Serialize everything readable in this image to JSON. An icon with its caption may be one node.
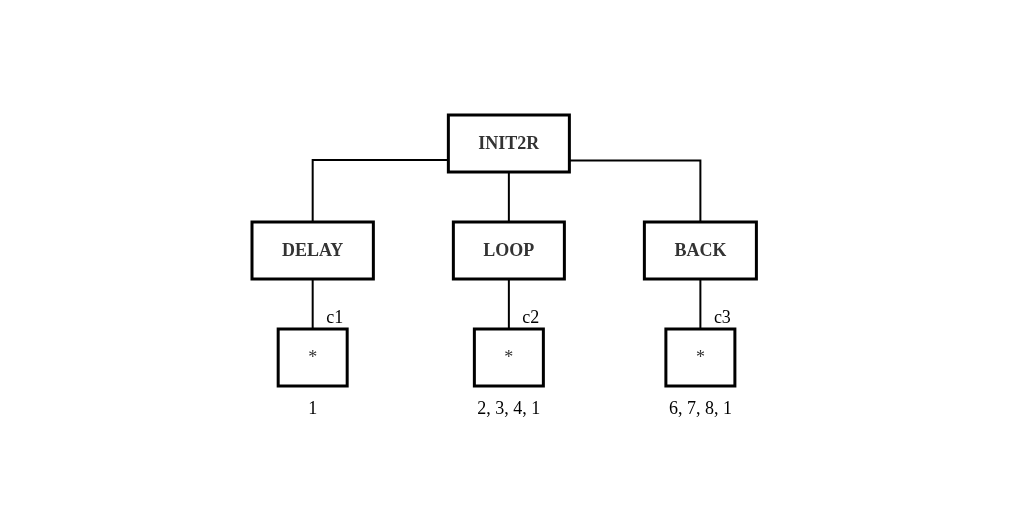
{
  "diagram": {
    "nodes": [
      {
        "text": [
          "INIT2R"
        ]
      },
      {
        "text": [
          "DELAY"
        ]
      },
      {
        "text": [
          "LOOP"
        ]
      },
      {
        "text": [
          "BACK"
        ]
      },
      {
        "text": [
          "*"
        ],
        "beside": [
          "c1",
          "1"
        ]
      },
      {
        "text": [
          "*"
        ],
        "beside": [
          "c2",
          "2, 3, 4, 1"
        ]
      },
      {
        "text": [
          "*"
        ],
        "beside": [
          "c3",
          "6, 7, 8, 1"
        ]
      }
    ],
    "edges": [
      {
        "from": 0,
        "to": 1,
        "arrow": "none"
      },
      {
        "from": 0,
        "to": 2,
        "arrow": "none"
      },
      {
        "from": 0,
        "to": 3,
        "arrow": "none"
      },
      {
        "from": 1,
        "to": 4,
        "arrow": "none"
      },
      {
        "from": 2,
        "to": 5,
        "arrow": "none"
      },
      {
        "from": 3,
        "to": 6,
        "arrow": "none"
      }
    ]
  }
}
